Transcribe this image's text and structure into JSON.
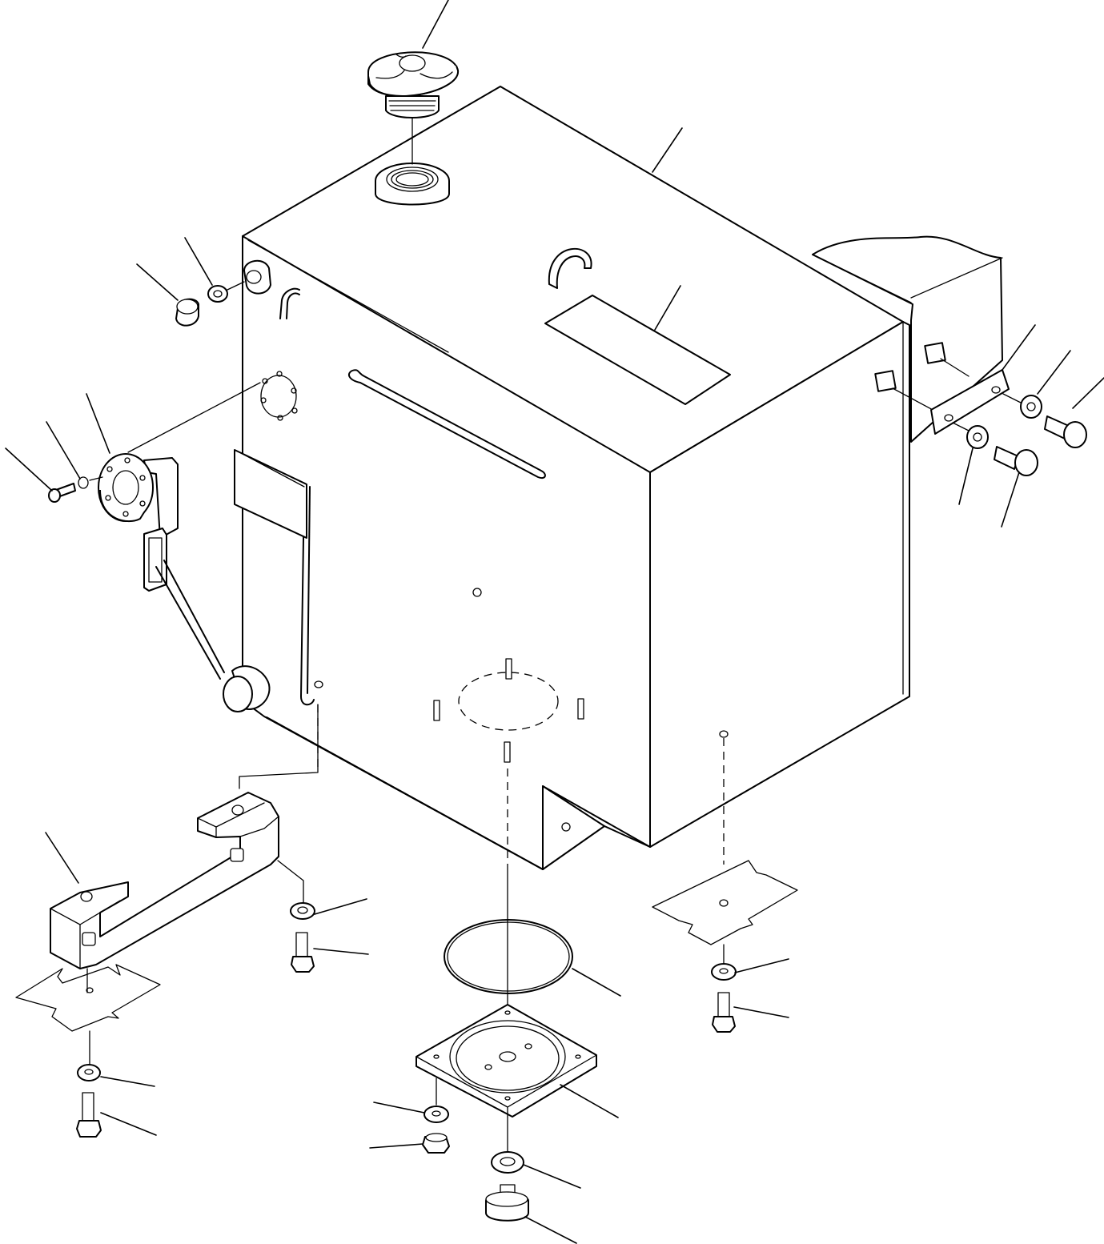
{
  "drawing": {
    "parts": [
      "tank-body",
      "filler-cap",
      "filler-neck",
      "name-plate",
      "drain-hose",
      "plug",
      "washer",
      "level-gauge-flange",
      "level-gauge",
      "bracket",
      "strainer-cover",
      "o-ring",
      "drain-plug"
    ]
  }
}
